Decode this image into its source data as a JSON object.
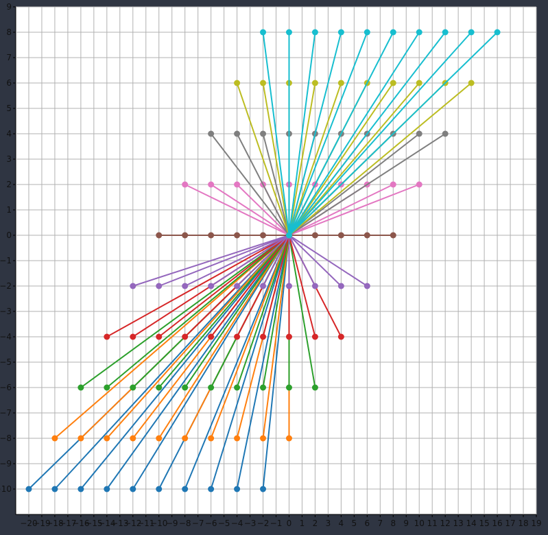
{
  "chart_data": {
    "type": "line",
    "title": "",
    "xlabel": "",
    "ylabel": "",
    "xlim": [
      -21,
      19
    ],
    "ylim": [
      -11,
      9
    ],
    "grid": true,
    "legend": "none",
    "background": "#2f3542",
    "plot_background": "#ffffff",
    "grid_color": "#b0b0b0",
    "x_ticks": [
      -20,
      -19,
      -18,
      -17,
      -16,
      -15,
      -14,
      -13,
      -12,
      -11,
      -10,
      -9,
      -8,
      -7,
      -6,
      -5,
      -4,
      -3,
      -2,
      -1,
      0,
      1,
      2,
      3,
      4,
      5,
      6,
      7,
      8,
      9,
      10,
      11,
      12,
      13,
      14,
      15,
      16,
      17,
      18,
      19
    ],
    "x_tick_labels": [
      "−20",
      "−19",
      "−18",
      "−17",
      "−16",
      "−15",
      "−14",
      "−13",
      "−12",
      "−11",
      "−10",
      "−9",
      "−8",
      "−7",
      "−6",
      "−5",
      "−4",
      "−3",
      "−2",
      "−1",
      "0",
      "1",
      "2",
      "3",
      "4",
      "5",
      "6",
      "7",
      "8",
      "9",
      "10",
      "11",
      "12",
      "13",
      "14",
      "15",
      "16",
      "17",
      "18",
      "19"
    ],
    "y_ticks": [
      -10,
      -9,
      -8,
      -7,
      -6,
      -5,
      -4,
      -3,
      -2,
      -1,
      0,
      1,
      2,
      3,
      4,
      5,
      6,
      7,
      8,
      9
    ],
    "y_tick_labels": [
      "−10",
      "−9",
      "−8",
      "−7",
      "−6",
      "−5",
      "−4",
      "−3",
      "−2",
      "−1",
      "0",
      "1",
      "2",
      "3",
      "4",
      "5",
      "6",
      "7",
      "8",
      "9"
    ],
    "origin": [
      0,
      0
    ],
    "series": [
      {
        "color": "#1f77b4",
        "y": -10,
        "x": [
          -20,
          -18,
          -16,
          -14,
          -12,
          -10,
          -8,
          -6,
          -4,
          -2
        ]
      },
      {
        "color": "#ff7f0e",
        "y": -8,
        "x": [
          -18,
          -16,
          -14,
          -12,
          -10,
          -8,
          -6,
          -4,
          -2,
          0
        ]
      },
      {
        "color": "#2ca02c",
        "y": -6,
        "x": [
          -16,
          -14,
          -12,
          -10,
          -8,
          -6,
          -4,
          -2,
          0,
          2
        ]
      },
      {
        "color": "#d62728",
        "y": -4,
        "x": [
          -14,
          -12,
          -10,
          -8,
          -6,
          -4,
          -2,
          0,
          2,
          4
        ]
      },
      {
        "color": "#9467bd",
        "y": -2,
        "x": [
          -12,
          -10,
          -8,
          -6,
          -4,
          -2,
          0,
          2,
          4,
          6
        ]
      },
      {
        "color": "#8c564b",
        "y": 0,
        "x": [
          -10,
          -8,
          -6,
          -4,
          -2,
          0,
          2,
          4,
          6,
          8
        ]
      },
      {
        "color": "#e377c2",
        "y": 2,
        "x": [
          -8,
          -6,
          -4,
          -2,
          0,
          2,
          4,
          6,
          8,
          10
        ]
      },
      {
        "color": "#7f7f7f",
        "y": 4,
        "x": [
          -6,
          -4,
          -2,
          0,
          2,
          4,
          6,
          8,
          10,
          12
        ]
      },
      {
        "color": "#bcbd22",
        "y": 6,
        "x": [
          -4,
          -2,
          0,
          2,
          4,
          6,
          8,
          10,
          12,
          14
        ]
      },
      {
        "color": "#17becf",
        "y": 8,
        "x": [
          -2,
          0,
          2,
          4,
          6,
          8,
          10,
          12,
          14,
          16
        ]
      }
    ]
  }
}
